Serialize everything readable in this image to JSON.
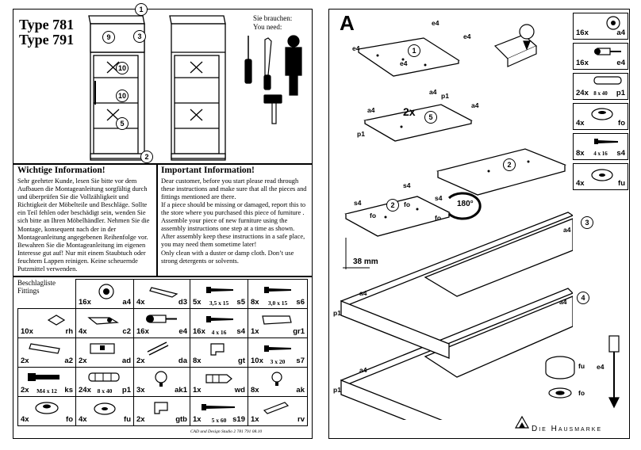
{
  "header": {
    "type_a": "Type 781",
    "type_b": "Type 791",
    "needs_de": "Sie brauchen:",
    "needs_en": "You need:"
  },
  "cabinet_callouts": [
    "1",
    "9",
    "3",
    "10",
    "10",
    "5",
    "2"
  ],
  "info_de": {
    "title": "Wichtige Information!",
    "body": "Sehr geehrter Kunde, lesen Sie bitte vor dem Aufbauen die Montageanleitung sorgfältig durch und überprüfen Sie die Vollzähligkeit und Richtigkeit der Möbelteile und Beschläge. Sollte ein Teil fehlen oder beschädigt sein, wenden Sie sich bitte an Ihren Möbelhändler. Nehmen Sie die Montage, konsequent nach der in der Montageanleitung angegebenen Reihenfolge vor. Bewahren Sie die Montageanleitung im eigenen Interesse gut auf! Nur mit einem Staubtuch oder feuchtem Lappen reinigen. Keine scheuernde Putzmittel verwenden."
  },
  "info_en": {
    "title": "Important Information!",
    "body1": "Dear customer, before you start please read through these instructions and make sure that all the pieces and fittings mentioned are there.",
    "body2": "If a piece should be missing or damaged, report this to the store where you purchased this piece of furniture . Assemble your piece of new furniture using the assembly instructions one step at a time as shown.",
    "body3": "After assembly keep these instructions in a safe place, you may need them sometime later!",
    "body4": "Only clean with a duster or damp cloth. Don’t use strong detergents or solvents."
  },
  "fittings": {
    "title_de": "Beschlagliste",
    "title_en": "Fittings",
    "rows": [
      [
        {
          "q": "16x",
          "code": "a4",
          "desc": ""
        },
        {
          "q": "4x",
          "code": "d3",
          "desc": ""
        },
        {
          "q": "5x",
          "code": "s5",
          "desc": "3,5 x 15"
        },
        {
          "q": "8x",
          "code": "s6",
          "desc": "3,0 x 15"
        }
      ],
      [
        {
          "q": "10x",
          "code": "rh",
          "desc": ""
        },
        {
          "q": "4x",
          "code": "c2",
          "desc": ""
        },
        {
          "q": "16x",
          "code": "e4",
          "desc": ""
        },
        {
          "q": "16x",
          "code": "s4",
          "desc": "4 x 16"
        },
        {
          "q": "1x",
          "code": "gr1",
          "desc": ""
        }
      ],
      [
        {
          "q": "2x",
          "code": "a2",
          "desc": ""
        },
        {
          "q": "2x",
          "code": "ad",
          "desc": ""
        },
        {
          "q": "2x",
          "code": "da",
          "desc": ""
        },
        {
          "q": "8x",
          "code": "gt",
          "desc": ""
        },
        {
          "q": "10x",
          "code": "s7",
          "desc": "3 x 20"
        }
      ],
      [
        {
          "q": "2x",
          "code": "ks",
          "desc": "M4 x 12"
        },
        {
          "q": "24x",
          "code": "p1",
          "desc": "8 x 40"
        },
        {
          "q": "3x",
          "code": "ak1",
          "desc": ""
        },
        {
          "q": "1x",
          "code": "wd",
          "desc": ""
        },
        {
          "q": "8x",
          "code": "ak",
          "desc": ""
        }
      ],
      [
        {
          "q": "4x",
          "code": "fo",
          "desc": ""
        },
        {
          "q": "4x",
          "code": "fu",
          "desc": ""
        },
        {
          "q": "2x",
          "code": "gtb",
          "desc": ""
        },
        {
          "q": "1x",
          "code": "s19",
          "desc": "5 x 60"
        },
        {
          "q": "1x",
          "code": "rv",
          "desc": ""
        }
      ]
    ],
    "footer": "CAD und Design  Studio 2  781  791  08.10"
  },
  "step": {
    "letter": "A",
    "panel_labels": [
      "1",
      "5",
      "2",
      "2",
      "3",
      "4"
    ],
    "twice": "2x",
    "rotate": "180°",
    "dimension": "38 mm",
    "hw_labels": [
      "e4",
      "a4",
      "p1",
      "s4",
      "fo",
      "fu"
    ]
  },
  "right_parts": [
    {
      "q": "16x",
      "code": "a4",
      "desc": ""
    },
    {
      "q": "16x",
      "code": "e4",
      "desc": ""
    },
    {
      "q": "24x",
      "code": "p1",
      "desc": "8 x 40"
    },
    {
      "q": "4x",
      "code": "fo",
      "desc": ""
    },
    {
      "q": "8x",
      "code": "s4",
      "desc": "4 x 16"
    },
    {
      "q": "4x",
      "code": "fu",
      "desc": ""
    }
  ],
  "brand": "Die Hausmarke"
}
